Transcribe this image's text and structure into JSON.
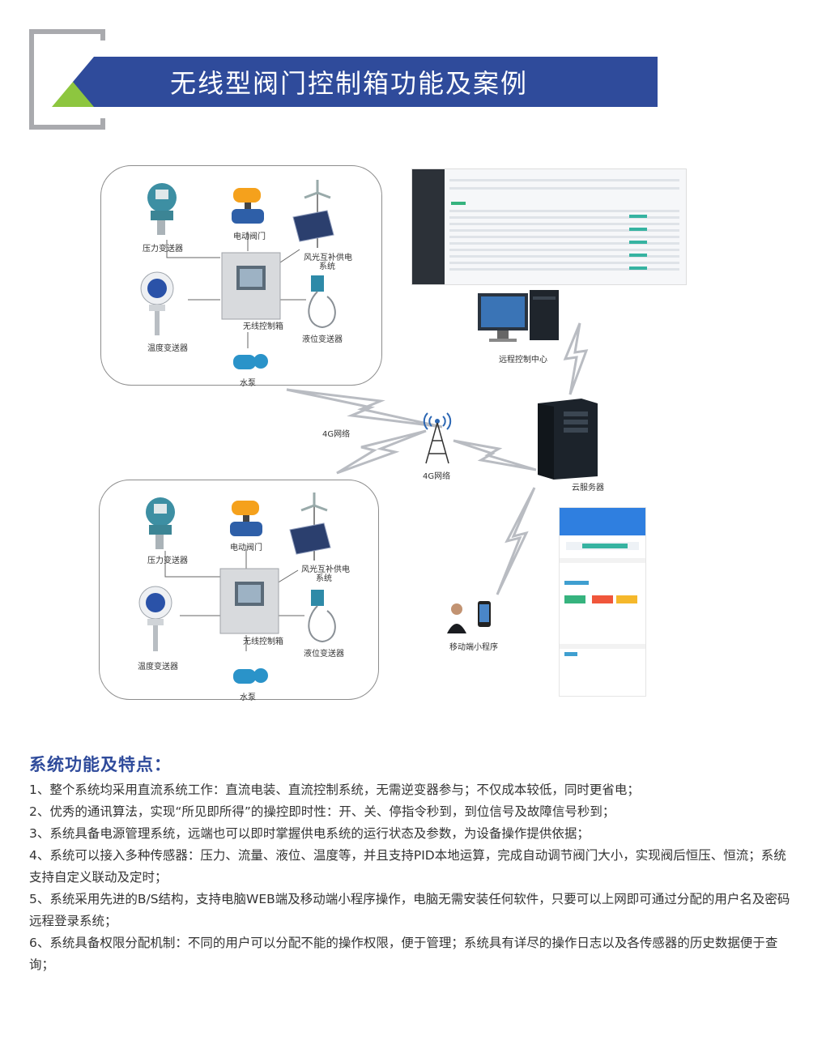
{
  "header": {
    "title": "无线型阀门控制箱功能及案例"
  },
  "diagram": {
    "panel1": {
      "pressure": "压力变送器",
      "valve": "电动阀门",
      "wind_solar_line1": "风光互补供电",
      "wind_solar_line2": "系统",
      "temperature": "温度变送器",
      "controller": "无线控制箱",
      "level": "液位变送器",
      "pump": "水泵"
    },
    "panel2": {
      "pressure": "压力变送器",
      "valve": "电动阀门",
      "wind_solar_line1": "风光互补供电",
      "wind_solar_line2": "系统",
      "temperature": "温度变送器",
      "controller": "无线控制箱",
      "level": "液位变送器",
      "pump": "水泵"
    },
    "network_label_left": "4G网络",
    "network_label_tower": "4G网络",
    "remote_center": "远程控制中心",
    "cloud_server": "云服务器",
    "mobile_app": "移动端小程序"
  },
  "features": {
    "title": "系统功能及特点：",
    "items": [
      "1、整个系统均采用直流系统工作：直流电装、直流控制系统，无需逆变器参与；不仅成本较低，同时更省电；",
      "2、优秀的通讯算法，实现“所见即所得”的操控即时性：开、关、停指令秒到，到位信号及故障信号秒到；",
      "3、系统具备电源管理系统，远端也可以即时掌握供电系统的运行状态及参数，为设备操作提供依据；",
      "4、系统可以接入多种传感器：压力、流量、液位、温度等，并且支持PID本地运算，完成自动调节阀门大小，实现阀后恒压、恒流；系统支持自定义联动及定时；",
      "5、系统采用先进的B/S结构，支持电脑WEB端及移动端小程序操作，电脑无需安装任何软件，只要可以上网即可通过分配的用户名及密码远程登录系统；",
      "6、系统具备权限分配机制：不同的用户可以分配不能的操作权限，便于管理；系统具有详尽的操作日志以及各传感器的历史数据便于查询；"
    ]
  },
  "colors": {
    "header_blue": "#2f4b9b",
    "accent_green": "#8dc63f",
    "bracket_gray": "#a9aaae",
    "title_blue": "#2f4b9b"
  }
}
